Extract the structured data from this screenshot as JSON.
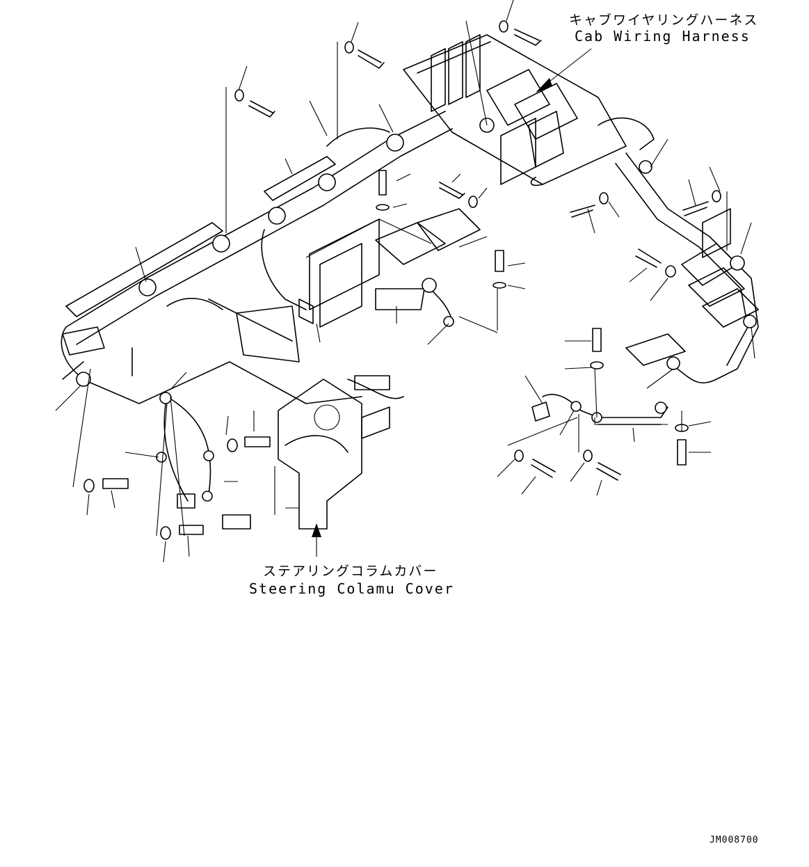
{
  "labels": {
    "cab_harness_jp": "キャブワイヤリングハーネス",
    "cab_harness_en": "Cab Wiring Harness",
    "steering_cover_jp": "ステアリングコラムカバー",
    "steering_cover_en": "Steering Colamu Cover",
    "drawing_code": "JM008700"
  }
}
